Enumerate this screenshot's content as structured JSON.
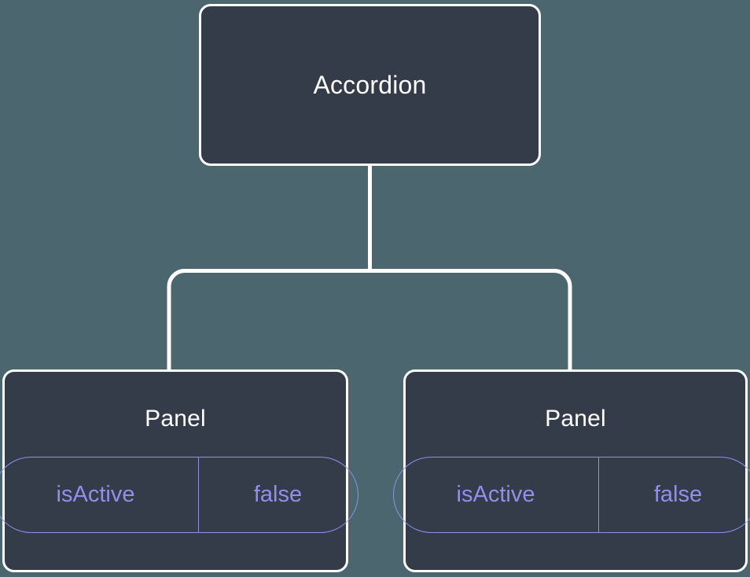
{
  "canvas": {
    "background_color": "#4c6670",
    "node_fill_color": "#343b49",
    "node_border_color": "#ffffff",
    "connector_color": "#ffffff",
    "badge_color": "#8f90ea",
    "title_color": "#ffffff"
  },
  "tree": {
    "root": {
      "title": "Accordion"
    },
    "children": [
      {
        "title": "Panel",
        "prop": {
          "key": "isActive",
          "value": "false"
        }
      },
      {
        "title": "Panel",
        "prop": {
          "key": "isActive",
          "value": "false"
        }
      }
    ]
  }
}
